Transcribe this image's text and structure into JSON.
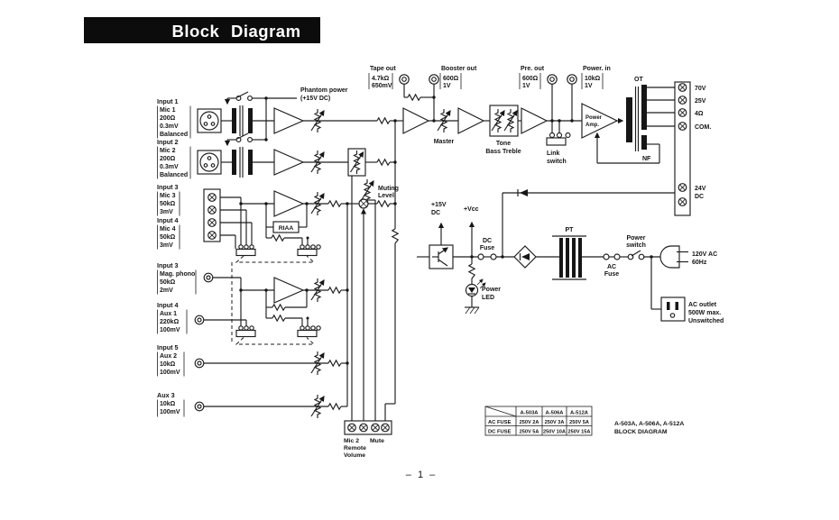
{
  "title": "Block Diagram",
  "page_number": "– 1 –",
  "inputs": [
    {
      "name": "Input 1",
      "a": "Mic 1",
      "b": "200Ω",
      "c": "0.3mV",
      "d": "Balanced"
    },
    {
      "name": "Input 2",
      "a": "Mic 2",
      "b": "200Ω",
      "c": "0.3mV",
      "d": "Balanced"
    },
    {
      "name": "Input 3",
      "a": "Mic 3",
      "b": "50kΩ",
      "c": "3mV"
    },
    {
      "name": "Input 4",
      "a": "Mic 4",
      "b": "50kΩ",
      "c": "3mV"
    },
    {
      "name": "Input 3",
      "a": "Mag. phono",
      "b": "50kΩ",
      "c": "2mV"
    },
    {
      "name": "Input 4",
      "a": "Aux 1",
      "b": "220kΩ",
      "c": "100mV"
    },
    {
      "name": "Input 5",
      "a": "Aux 2",
      "b": "10kΩ",
      "c": "100mV"
    },
    {
      "name": "Aux 3",
      "a": "10kΩ",
      "b": "100mV"
    }
  ],
  "top_jacks": {
    "tape": {
      "label": "Tape out",
      "a": "4.7kΩ",
      "b": "650mV"
    },
    "booster": {
      "label": "Booster out",
      "a": "600Ω",
      "b": "1V"
    },
    "pre": {
      "label": "Pre. out",
      "a": "600Ω",
      "b": "1V"
    },
    "pwr": {
      "label": "Power. in",
      "a": "10kΩ",
      "b": "1V"
    }
  },
  "blocks": {
    "phantom_a": "Phantom power",
    "phantom_b": "(+15V DC)",
    "master": "Master",
    "tone_a": "Tone",
    "tone_b": "Bass Treble",
    "link_a": "Link",
    "link_b": "switch",
    "pamp_a": "Power",
    "pamp_b": "Amp.",
    "ot": "OT",
    "nf": "NF",
    "pt": "PT",
    "riaa": "RIAA",
    "muting_a": "Muting",
    "muting_b": "Level",
    "remote_a": "Mic 2",
    "remote_b": "Remote",
    "remote_c": "Volume",
    "mute": "Mute"
  },
  "power": {
    "p15_a": "+15V",
    "p15_b": "DC",
    "vcc": "+Vcc",
    "dcf_a": "DC",
    "dcf_b": "Fuse",
    "acf_a": "AC",
    "acf_b": "Fuse",
    "led_a": "Power",
    "led_b": "LED",
    "sw_a": "Power",
    "sw_b": "switch",
    "mains_a": "120V AC",
    "mains_b": "60Hz",
    "outlet_a": "AC outlet",
    "outlet_b": "500W max.",
    "outlet_c": "Unswitched"
  },
  "terminals": {
    "v70": "70V",
    "v25": "25V",
    "ohm4": "4Ω",
    "com": "COM.",
    "dc_a": "24V",
    "dc_b": "DC"
  },
  "table": {
    "models": [
      "A-503A",
      "A-506A",
      "A-512A"
    ],
    "row1_label": "AC FUSE",
    "row1": [
      "250V 2A",
      "250V 3A",
      "250V 5A"
    ],
    "row2_label": "DC FUSE",
    "row2": [
      "250V 5A",
      "250V 10A",
      "250V 15A"
    ],
    "caption_a": "A-503A, A-506A, A-512A",
    "caption_b": "BLOCK DIAGRAM"
  }
}
